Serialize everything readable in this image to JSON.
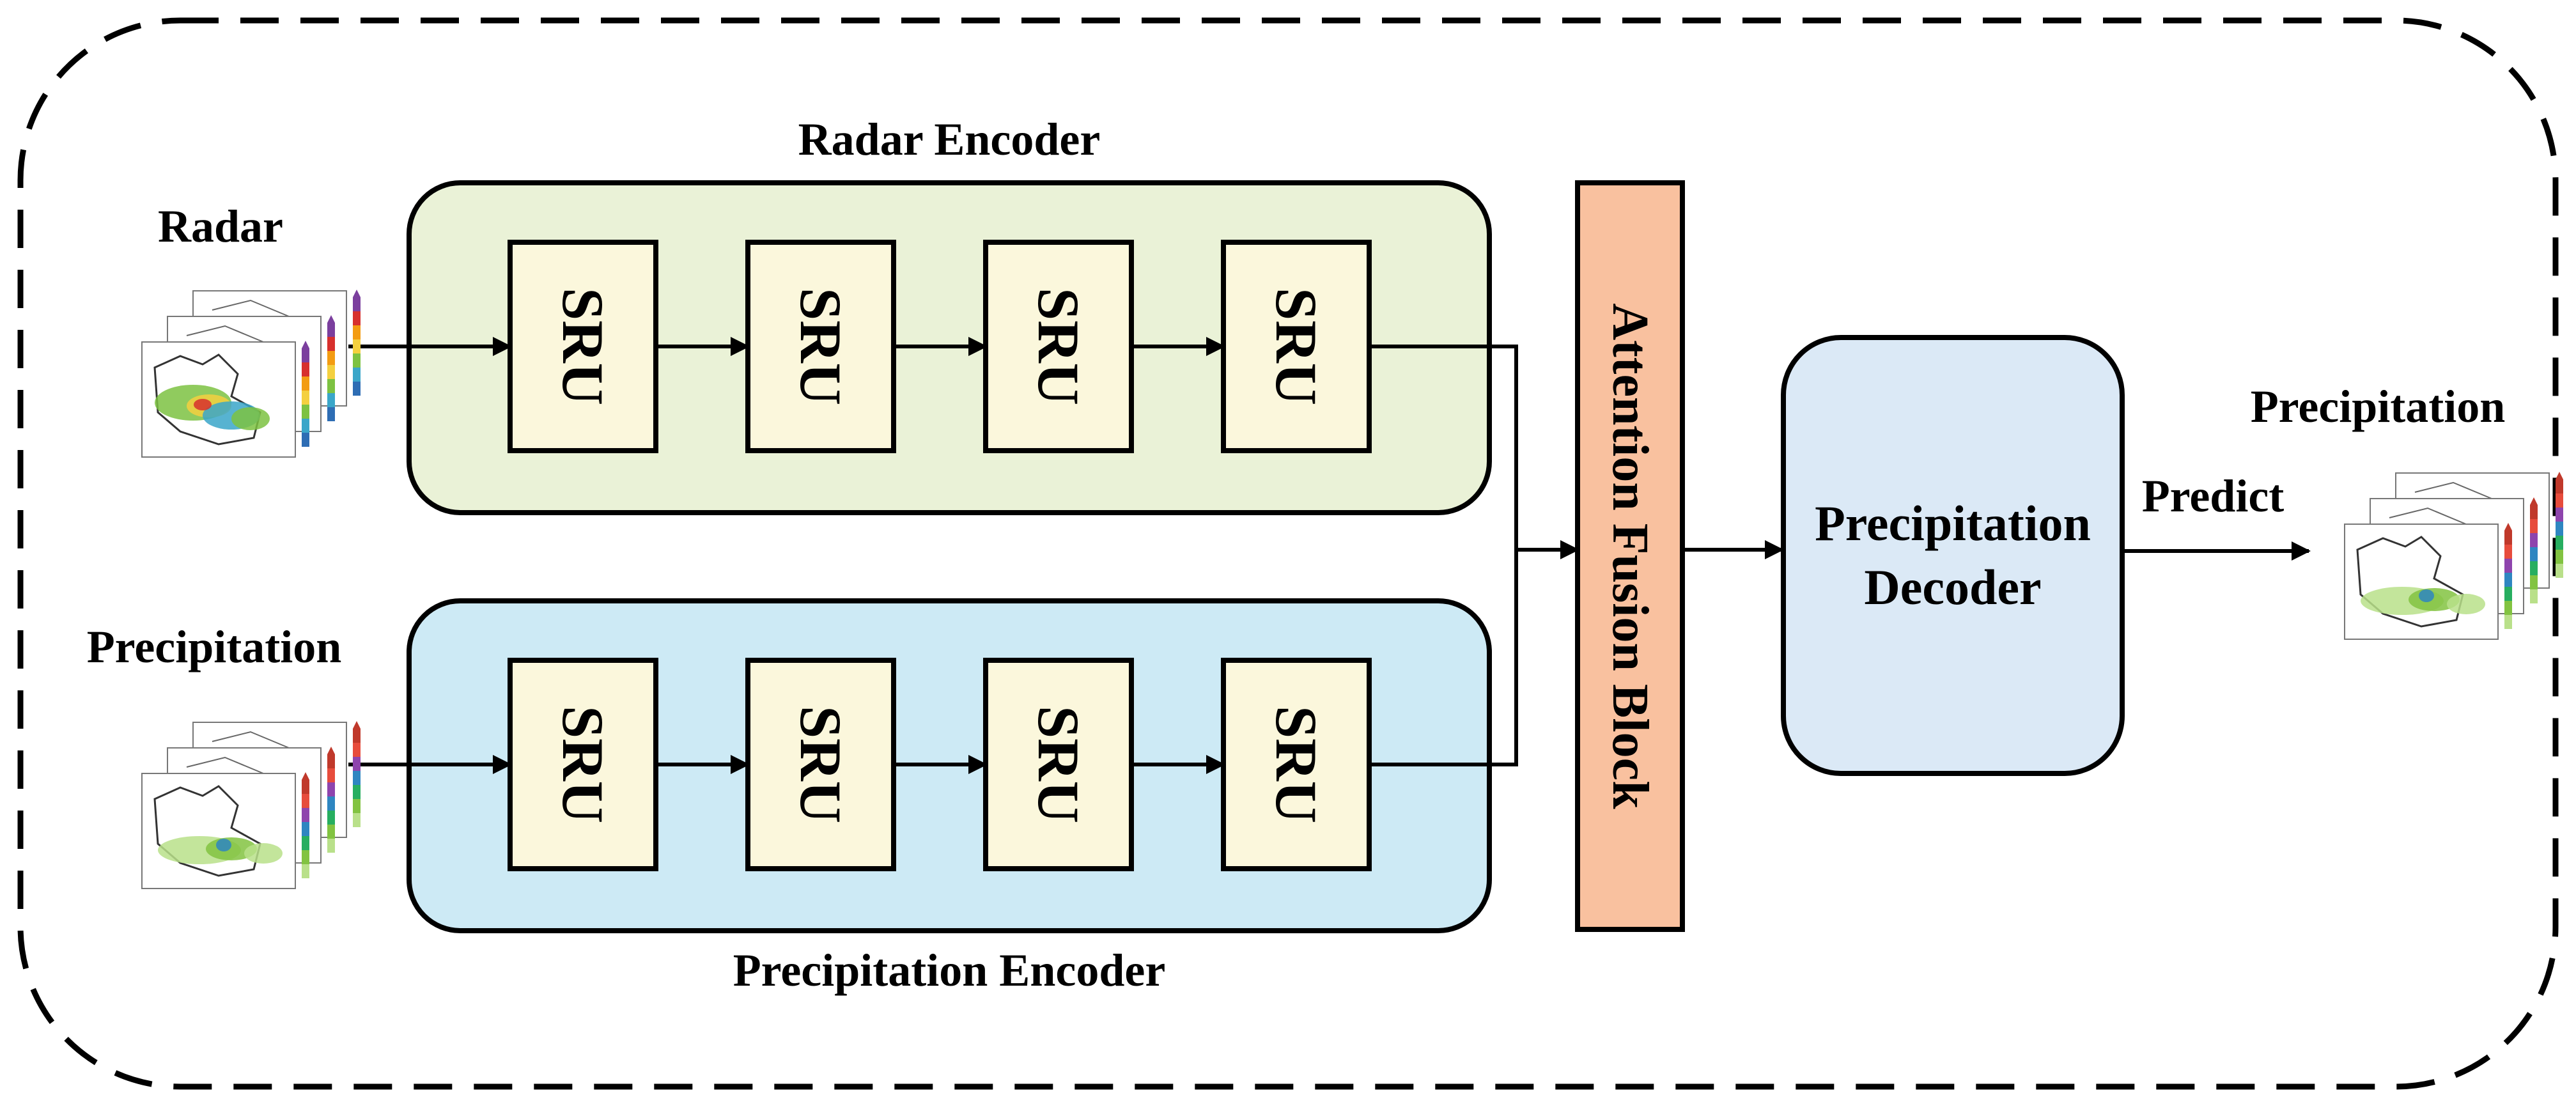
{
  "diagram": {
    "inputs": {
      "radar_label": "Radar",
      "precipitation_label": "Precipitation"
    },
    "radar_encoder": {
      "title": "Radar Encoder",
      "units": [
        "SRU",
        "SRU",
        "SRU",
        "SRU"
      ]
    },
    "precipitation_encoder": {
      "title": "Precipitation Encoder",
      "units": [
        "SRU",
        "SRU",
        "SRU",
        "SRU"
      ]
    },
    "fusion": {
      "label": "Attention Fusion Block"
    },
    "decoder": {
      "line1": "Precipitation",
      "line2": "Decoder"
    },
    "output": {
      "label": "Precipitation",
      "arrow_label": "Predict"
    }
  },
  "colors": {
    "radar_encoder_fill": "#eaf2d7",
    "precip_encoder_fill": "#cdeaf5",
    "sru_fill": "#fbf7dc",
    "fusion_fill": "#f9c19f",
    "decoder_fill": "#dbe9f6",
    "stroke": "#000000"
  },
  "icons": [
    "radar-map-stack-icon",
    "precipitation-map-stack-icon",
    "predicted-precipitation-map-stack-icon"
  ]
}
